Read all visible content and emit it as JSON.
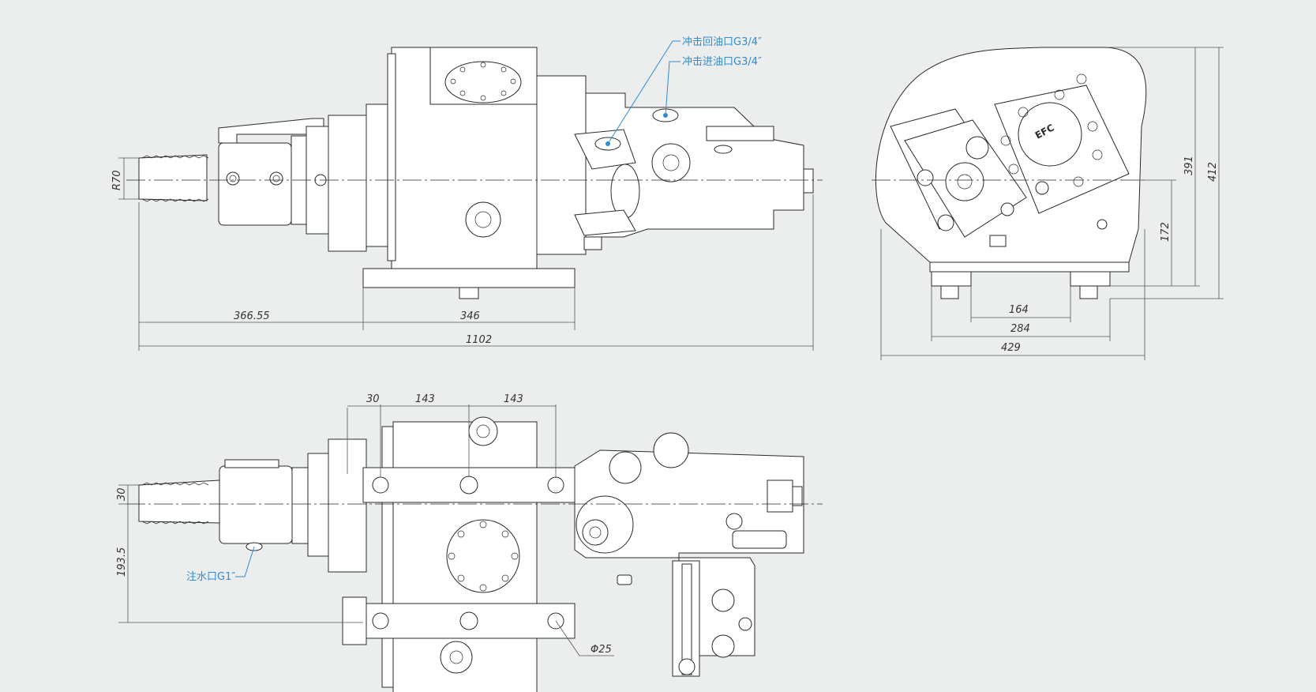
{
  "dimensions": {
    "front": {
      "r70": "R70",
      "len_366": "366.55",
      "len_346": "346",
      "len_1102": "1102"
    },
    "side": {
      "h_391": "391",
      "h_412": "412",
      "h_172": "172",
      "w_164": "164",
      "w_284": "284",
      "w_429": "429"
    },
    "top": {
      "w_30": "30",
      "w_143a": "143",
      "w_143b": "143",
      "h_30": "30",
      "h_193": "193.5",
      "dia_25": "Φ25"
    }
  },
  "callouts": {
    "return_port": "冲击回油口G3/4″",
    "inlet_port": "冲击进油口G3/4″",
    "water_port": "注水口G1″"
  },
  "logo_text": "EFC",
  "colors": {
    "background": "#eceeee",
    "line": "#2a2a2a",
    "callout": "#2f8ccf"
  }
}
